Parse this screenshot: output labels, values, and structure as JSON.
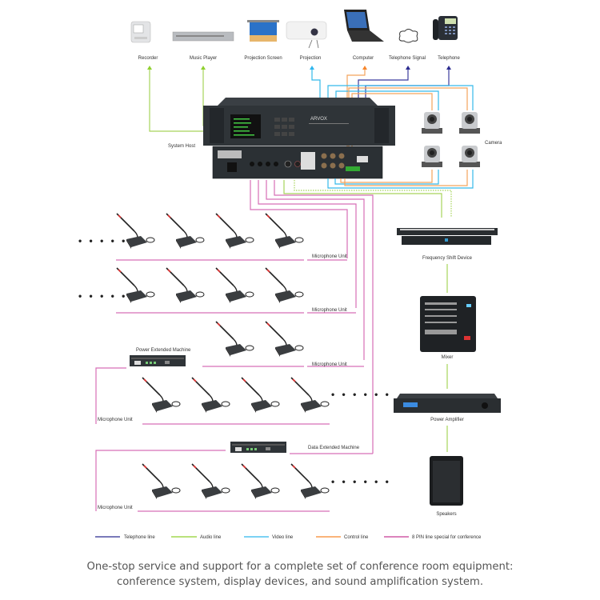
{
  "top_devices": [
    {
      "id": "recorder",
      "label": "Recorder",
      "line": "audio"
    },
    {
      "id": "music-player",
      "label": "Music Player",
      "line": "audio"
    },
    {
      "id": "projection-screen",
      "label": "Projection Screen",
      "line": "none"
    },
    {
      "id": "projection",
      "label": "Projection",
      "line": "video"
    },
    {
      "id": "computer",
      "label": "Computer",
      "line": "control"
    },
    {
      "id": "telephone-signal",
      "label": "Telephone Signal",
      "line": "telephone"
    },
    {
      "id": "telephone",
      "label": "Telephone",
      "line": "telephone"
    }
  ],
  "host": {
    "label": "System Host",
    "brand": "ARVOX"
  },
  "camera": {
    "label": "Camera",
    "count": 4
  },
  "right_chain": [
    {
      "id": "frequency-shift-device",
      "label": "Frequency Shift Device"
    },
    {
      "id": "mixer",
      "label": "Mixer"
    },
    {
      "id": "power-amplifier",
      "label": "Power Amplifier"
    },
    {
      "id": "speakers",
      "label": "Speakers"
    }
  ],
  "mic_rows": [
    {
      "label": "Microphone Unit",
      "units": 4
    },
    {
      "label": "Microphone Unit",
      "units": 4
    },
    {
      "label": "Microphone Unit",
      "units": 2
    },
    {
      "label": "Microphone Unit",
      "units": 4
    },
    {
      "label": "Microphone Unit",
      "units": 4
    }
  ],
  "extenders": [
    {
      "id": "power-extended-machine",
      "label": "Power Extended Machine"
    },
    {
      "id": "data-extended-machine",
      "label": "Data Extended Machine"
    }
  ],
  "continuation": "• • • • • •",
  "legend": [
    {
      "label": "Telephone line",
      "color": "#2b2b8f"
    },
    {
      "label": "Audio line",
      "color": "#8fd02f"
    },
    {
      "label": "Video line",
      "color": "#2fb6ee"
    },
    {
      "label": "Control line",
      "color": "#f7862b"
    },
    {
      "label": "8 PIN line special for conference",
      "color": "#c63a95"
    }
  ],
  "caption": {
    "line1": "One-stop service and support for a complete set of conference room equipment:",
    "line2": "conference system, display devices, and sound amplification system."
  }
}
